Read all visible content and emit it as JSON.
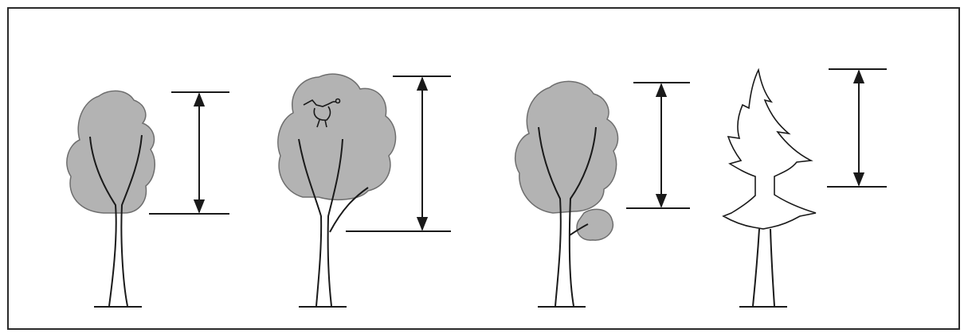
{
  "figure": {
    "frame_color": "#2a2a2a",
    "canopy_fill": "#b3b3b3",
    "line_color": "#1a1a1a",
    "background": "#ffffff"
  },
  "trees": [
    {
      "id": "tree-1",
      "kind": "deciduous",
      "features": []
    },
    {
      "id": "tree-2",
      "kind": "deciduous",
      "features": [
        "bird-in-canopy",
        "low-branch"
      ]
    },
    {
      "id": "tree-3",
      "kind": "deciduous",
      "features": [
        "low-side-branch"
      ]
    },
    {
      "id": "tree-4",
      "kind": "conifer",
      "features": []
    }
  ],
  "measurements": [
    {
      "id": "crown-height-1",
      "icon": "double-headed-arrow"
    },
    {
      "id": "crown-height-2",
      "icon": "double-headed-arrow"
    },
    {
      "id": "crown-height-3",
      "icon": "double-headed-arrow"
    },
    {
      "id": "crown-height-4",
      "icon": "double-headed-arrow"
    }
  ]
}
